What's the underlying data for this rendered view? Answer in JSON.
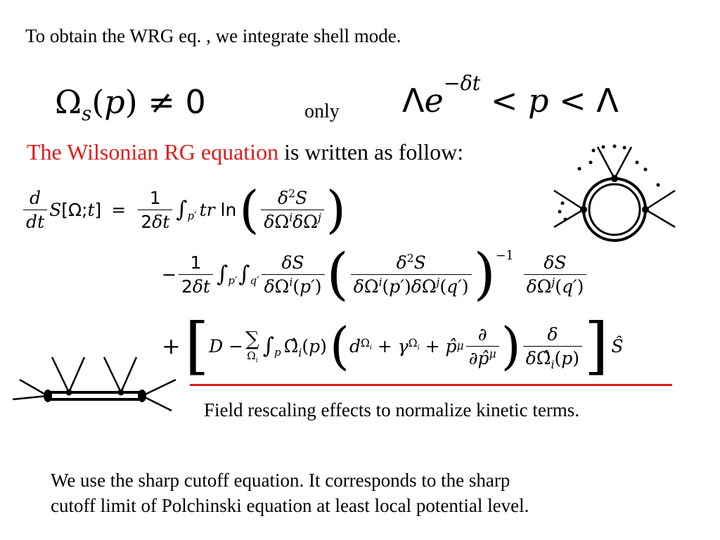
{
  "slide": {
    "intro_text": "To obtain the WRG eq. , we integrate shell mode.",
    "only_label": "only",
    "heading_red": "The Wilsonian RG equation",
    "heading_black": " is written as follow:",
    "rescaling_note": "Field rescaling effects to normalize kinetic terms.",
    "footer_line1": "We use the sharp cutoff equation. It corresponds to the sharp",
    "footer_line2": "cutoff limit of Polchinski equation at least local potential level."
  },
  "colors": {
    "accent_red": "#e01b1b",
    "text": "#000000"
  }
}
